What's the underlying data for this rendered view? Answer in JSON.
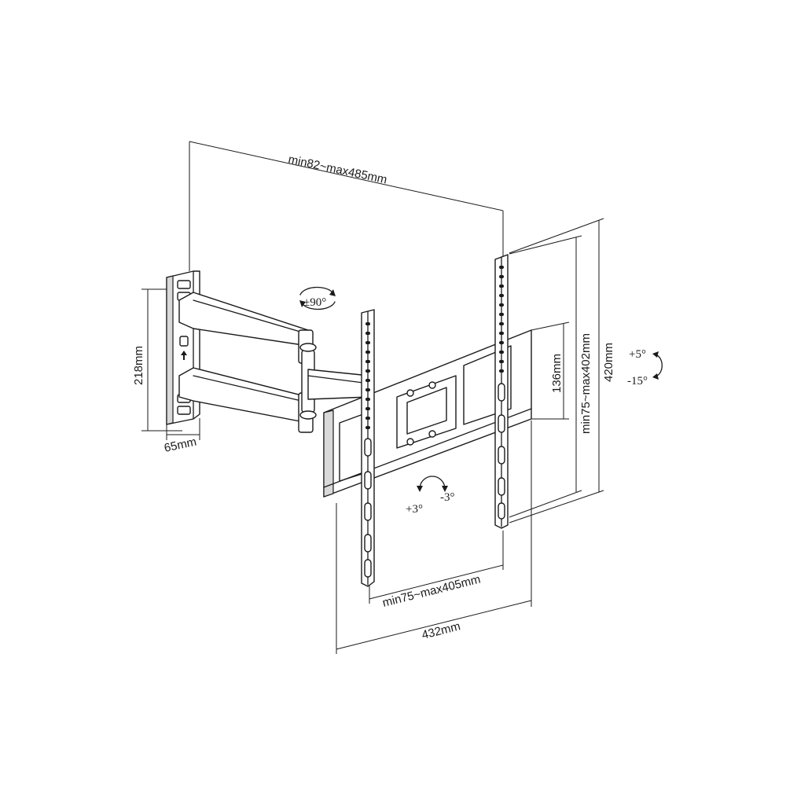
{
  "labels": {
    "depth": "min82~max485mm",
    "swivel": "±90°",
    "wall_height": "218mm",
    "wall_width": "65mm",
    "plate_height": "136mm",
    "vesa_vertical": "min75~max402mm",
    "bracket_height": "420mm",
    "tilt_up": "+5°",
    "tilt_down": "-15°",
    "level_plus": "+3°",
    "level_minus": "-3°",
    "vesa_horizontal": "min75~max405mm",
    "bracket_width": "432mm"
  },
  "colors": {
    "line": "#1a1a1a",
    "background": "#ffffff"
  }
}
